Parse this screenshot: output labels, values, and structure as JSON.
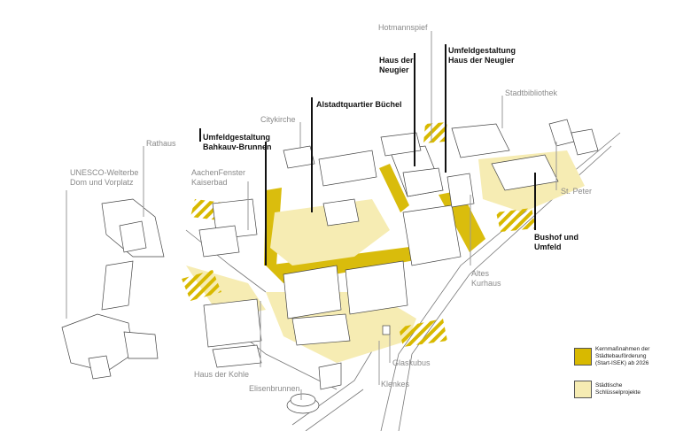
{
  "colors": {
    "core": "#d8b900",
    "key": "#f6ecb3",
    "line": "#444444",
    "label_grey": "#8a8a8a",
    "label_dark": "#111111"
  },
  "labels": {
    "hotmannspief": "Hotmannspief",
    "umfeld_haus_neugier": "Umfeldgestaltung\nHaus der Neugier",
    "haus_neugier": "Haus der\nNeugier",
    "stadtbibliothek": "Stadtbibliothek",
    "altstadtquartier": "Alstadtquartier Büchel",
    "citykirche": "Citykirche",
    "rathaus": "Rathaus",
    "umfeld_bahkauv": "Umfeldgestaltung\nBahkauv-Brunnen",
    "aachenfenster": "AachenFenster\nKaiserbad",
    "unesco": "UNESCO-Welterbe\nDom und Vorplatz",
    "st_peter": "St. Peter",
    "bushof": "Bushof und\nUmfeld",
    "altes_kurhaus": "Altes\nKurhaus",
    "glaskubus": "Glaskubus",
    "klenkes": "Klenkes",
    "haus_der_kohle": "Haus der Kohle",
    "elisenbrunnen": "Elisenbrunnen"
  },
  "legend": {
    "core": "Kernmaßnahmen der\nStädtebauförderung\n(Start-ISEK) ab 2026",
    "key": "Städtische\nSchlüsselprojekte"
  }
}
